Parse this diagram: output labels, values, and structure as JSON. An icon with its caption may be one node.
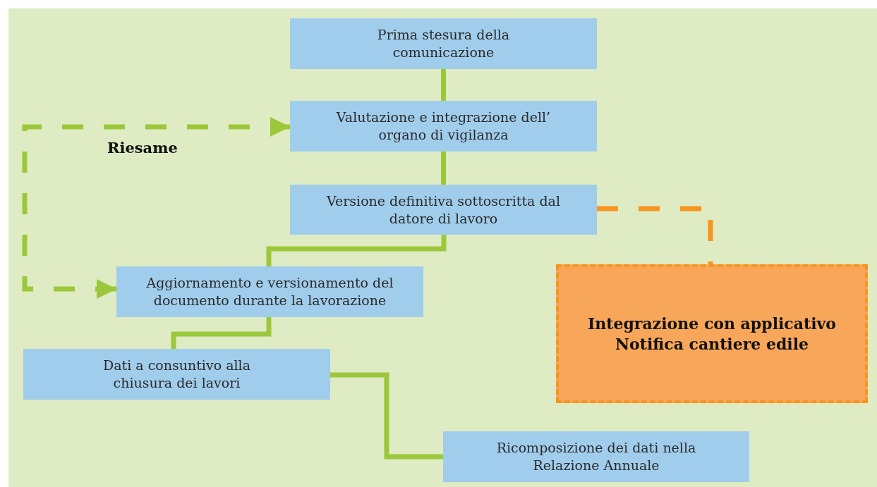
{
  "diagram": {
    "nodes": [
      {
        "text": [
          "Prima stesura della comunicazione"
        ]
      },
      {
        "text": [
          "Valutazione e integrazione dell’ organo di vigilanza"
        ]
      },
      {
        "text": [
          "Versione definitiva sottoscritta dal datore di lavoro"
        ]
      },
      {
        "text": [
          "Aggiornamento e versionamento del documento durante la lavorazione"
        ]
      },
      {
        "text": [
          "Dati a consuntivo alla chiusura dei lavori"
        ]
      },
      {
        "text": [
          "Ricomposizione dei dati nella Relazione Annuale"
        ]
      },
      {
        "text": [
          "Integrazione con applicativo Notifica cantiere edile"
        ]
      }
    ],
    "edges": [
      {
        "from": 0,
        "to": 1,
        "arrow": "none"
      },
      {
        "from": 1,
        "to": 2,
        "arrow": "none"
      },
      {
        "from": 2,
        "to": 3,
        "arrow": "none"
      },
      {
        "from": 3,
        "to": 4,
        "arrow": "none"
      },
      {
        "from": 4,
        "to": 5,
        "arrow": "none"
      },
      {
        "from": 3,
        "to": 1,
        "arrow": "both",
        "style": "dashed",
        "label": "Riesame"
      },
      {
        "from": 2,
        "to": 6,
        "arrow": "none",
        "style": "dashed",
        "color": "#f7941d"
      }
    ]
  }
}
